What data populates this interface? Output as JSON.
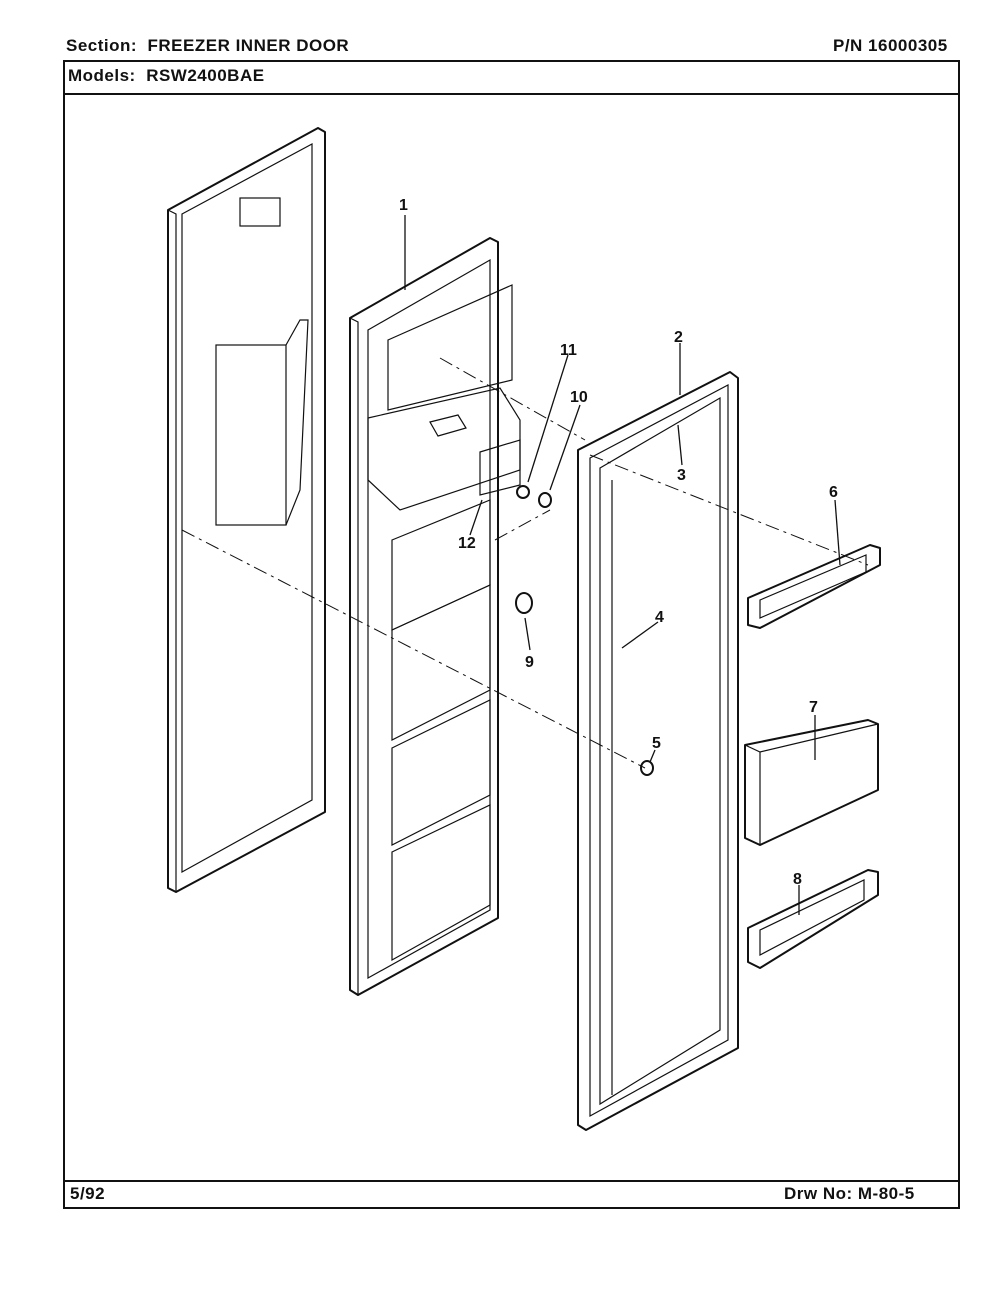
{
  "header": {
    "section_label": "Section:",
    "section_value": "FREEZER INNER DOOR",
    "part_number": "P/N 16000305",
    "models_label": "Models:",
    "models_value": "RSW2400BAE"
  },
  "footer": {
    "date": "5/92",
    "drawing_number": "Drw No: M-80-5"
  },
  "callouts": [
    "1",
    "2",
    "3",
    "4",
    "5",
    "6",
    "7",
    "8",
    "9",
    "10",
    "11",
    "12"
  ]
}
